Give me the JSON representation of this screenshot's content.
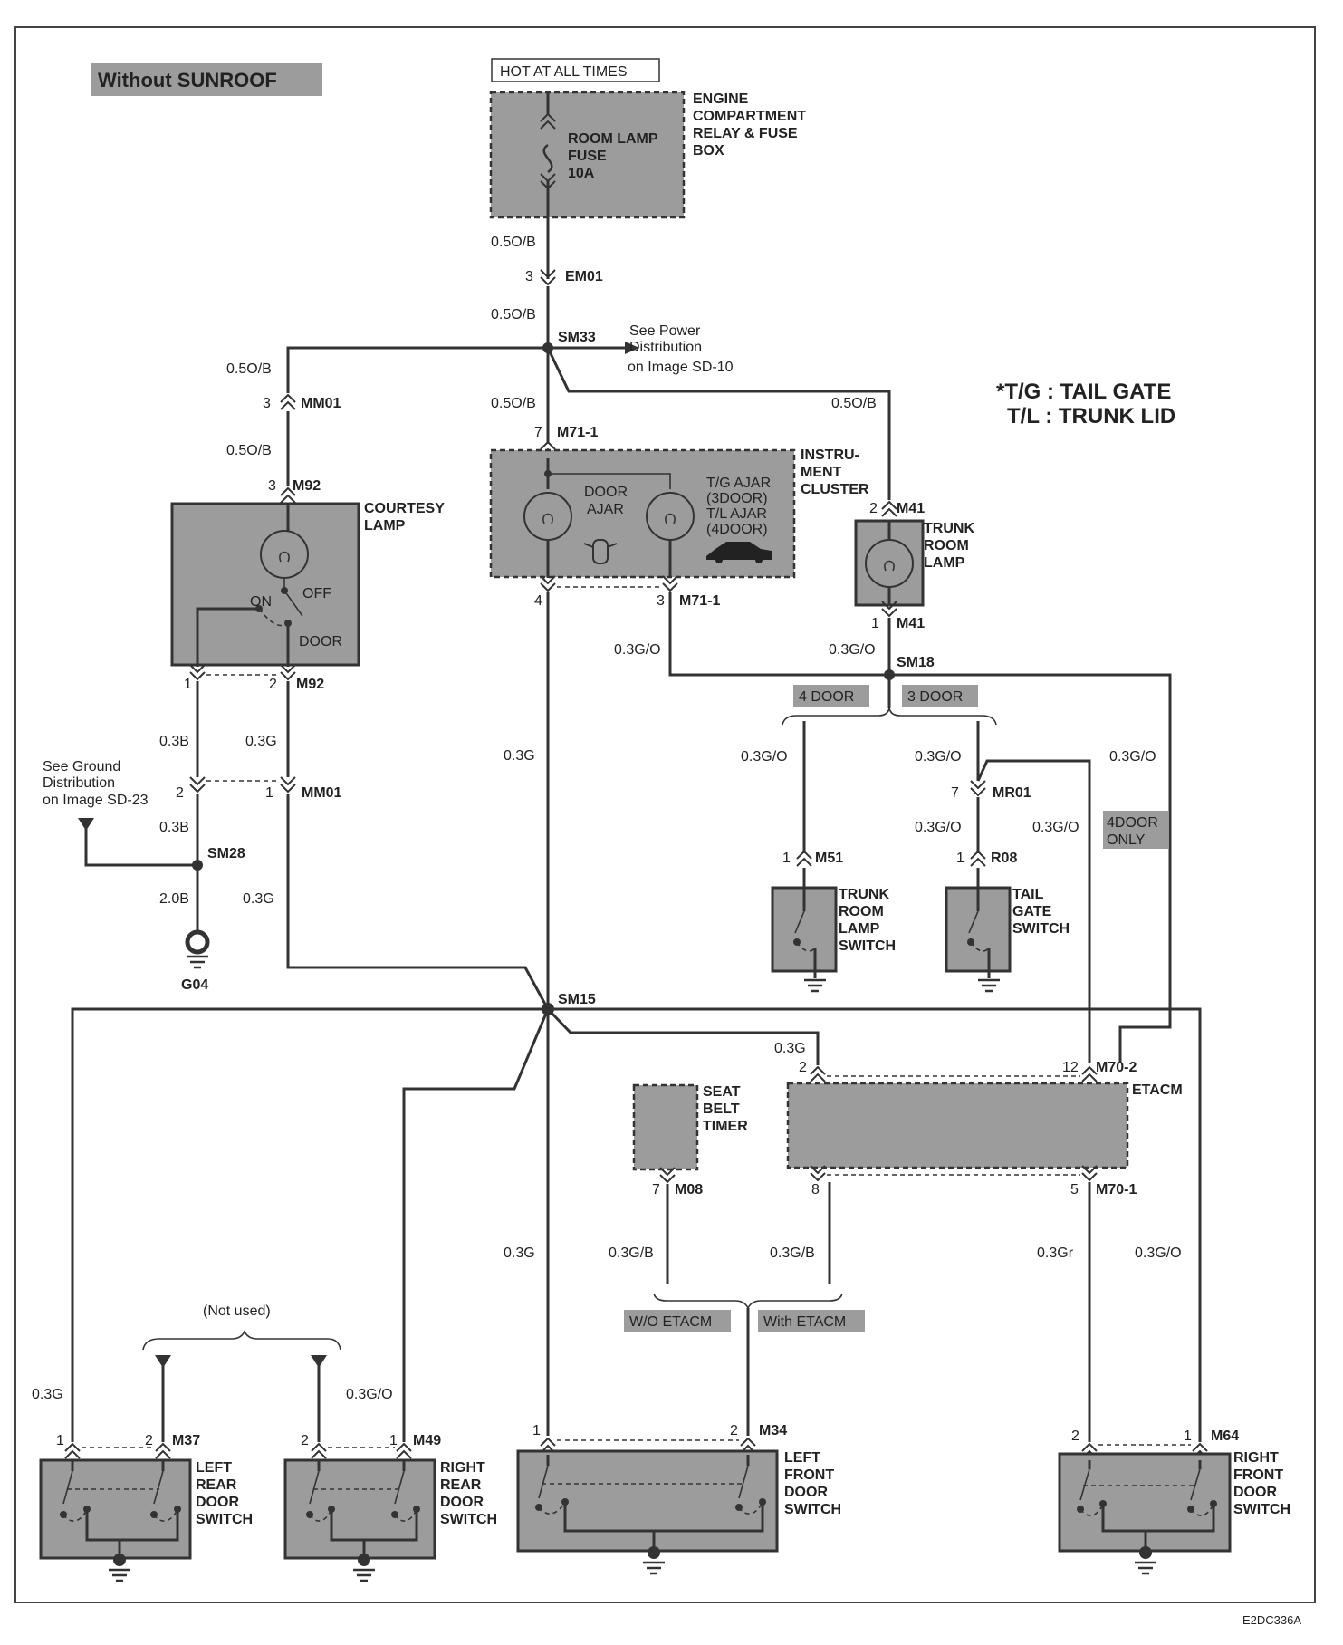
{
  "header": {
    "title": "Without SUNROOF",
    "hot_label": "HOT AT ALL TIMES",
    "legend_tg": "*T/G : TAIL GATE",
    "legend_tl": "T/L : TRUNK LID",
    "figure_id": "E2DC336A"
  },
  "fuse_box": {
    "fuse_name": [
      "ROOM LAMP",
      "FUSE",
      "10A"
    ],
    "box_name": [
      "ENGINE",
      "COMPARTMENT",
      "RELAY & FUSE",
      "BOX"
    ]
  },
  "components": {
    "courtesy_lamp": [
      "COURTESY",
      "LAMP"
    ],
    "courtesy_on": "ON",
    "courtesy_off": "OFF",
    "courtesy_door": "DOOR",
    "instrument_cluster": [
      "INSTRU-",
      "MENT",
      "CLUSTER"
    ],
    "door_ajar": [
      "DOOR",
      "AJAR"
    ],
    "tg_ajar": [
      "T/G AJAR",
      "(3DOOR)",
      "T/L AJAR",
      "(4DOOR)"
    ],
    "trunk_room_lamp": [
      "TRUNK",
      "ROOM",
      "LAMP"
    ],
    "trunk_room_lamp_switch": [
      "TRUNK",
      "ROOM",
      "LAMP",
      "SWITCH"
    ],
    "tail_gate_switch": [
      "TAIL",
      "GATE",
      "SWITCH"
    ],
    "seat_belt_timer": [
      "SEAT",
      "BELT",
      "TIMER"
    ],
    "etacm": "ETACM",
    "left_rear_door_switch": [
      "LEFT",
      "REAR",
      "DOOR",
      "SWITCH"
    ],
    "right_rear_door_switch": [
      "RIGHT",
      "REAR",
      "DOOR",
      "SWITCH"
    ],
    "left_front_door_switch": [
      "LEFT",
      "FRONT",
      "DOOR",
      "SWITCH"
    ],
    "right_front_door_switch": [
      "RIGHT",
      "FRONT",
      "DOOR",
      "SWITCH"
    ]
  },
  "notes": {
    "power_ref": [
      "See Power",
      "Distribution",
      "on Image SD-10"
    ],
    "ground_ref": [
      "See Ground",
      "Distribution",
      "on Image SD-23"
    ],
    "four_door": "4 DOOR",
    "three_door": "3 DOOR",
    "four_door_only": [
      "4DOOR",
      "ONLY"
    ],
    "not_used": "(Not used)",
    "wo_etacm": "W/O ETACM",
    "with_etacm": "With ETACM"
  },
  "connectors": {
    "em01": "EM01",
    "sm33": "SM33",
    "mm01": "MM01",
    "m92": "M92",
    "m71_1": "M71-1",
    "m41": "M41",
    "sm18": "SM18",
    "sm28": "SM28",
    "g04": "G04",
    "mr01": "MR01",
    "m51": "M51",
    "r08": "R08",
    "sm15": "SM15",
    "m70_2": "M70-2",
    "m70_1": "M70-1",
    "m08": "M08",
    "m37": "M37",
    "m49": "M49",
    "m34": "M34",
    "m64": "M64"
  },
  "pins": {
    "p1": "1",
    "p2": "2",
    "p3": "3",
    "p4": "4",
    "p5": "5",
    "p7": "7",
    "p8": "8",
    "p12": "12"
  },
  "wires": {
    "w05ob": "0.5O/B",
    "w03go": "0.3G/O",
    "w03g": "0.3G",
    "w03b": "0.3B",
    "w20b": "2.0B",
    "w03gb": "0.3G/B",
    "w03gr": "0.3Gr"
  }
}
